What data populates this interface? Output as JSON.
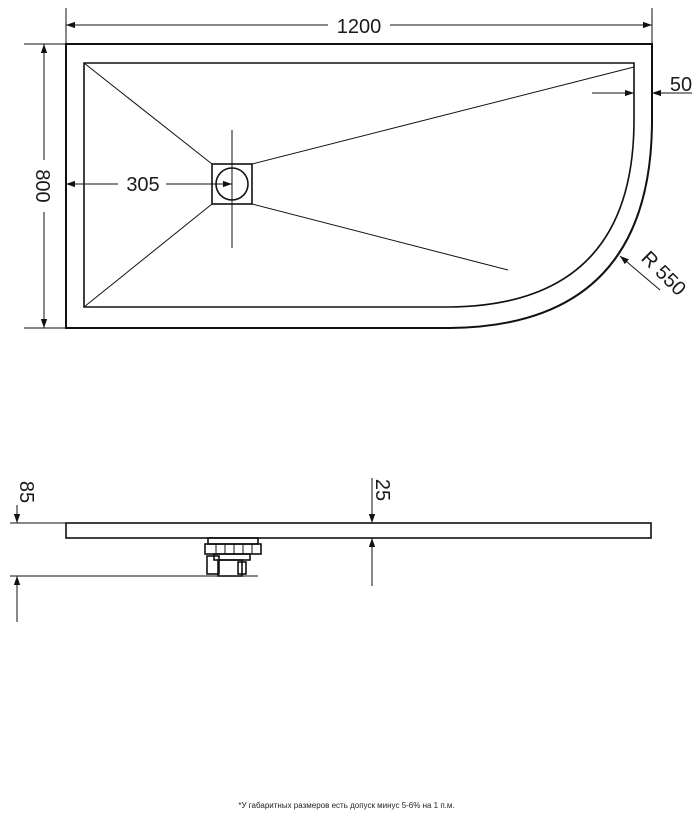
{
  "top_view": {
    "width_label": "1200",
    "height_label": "800",
    "drain_offset_label": "305",
    "rim_label": "50",
    "radius_label": "R 550"
  },
  "side_view": {
    "total_height_label": "85",
    "thickness_label": "25"
  },
  "footnote": "*У габаритных размеров есть допуск минус  5-6% на 1 п.м."
}
